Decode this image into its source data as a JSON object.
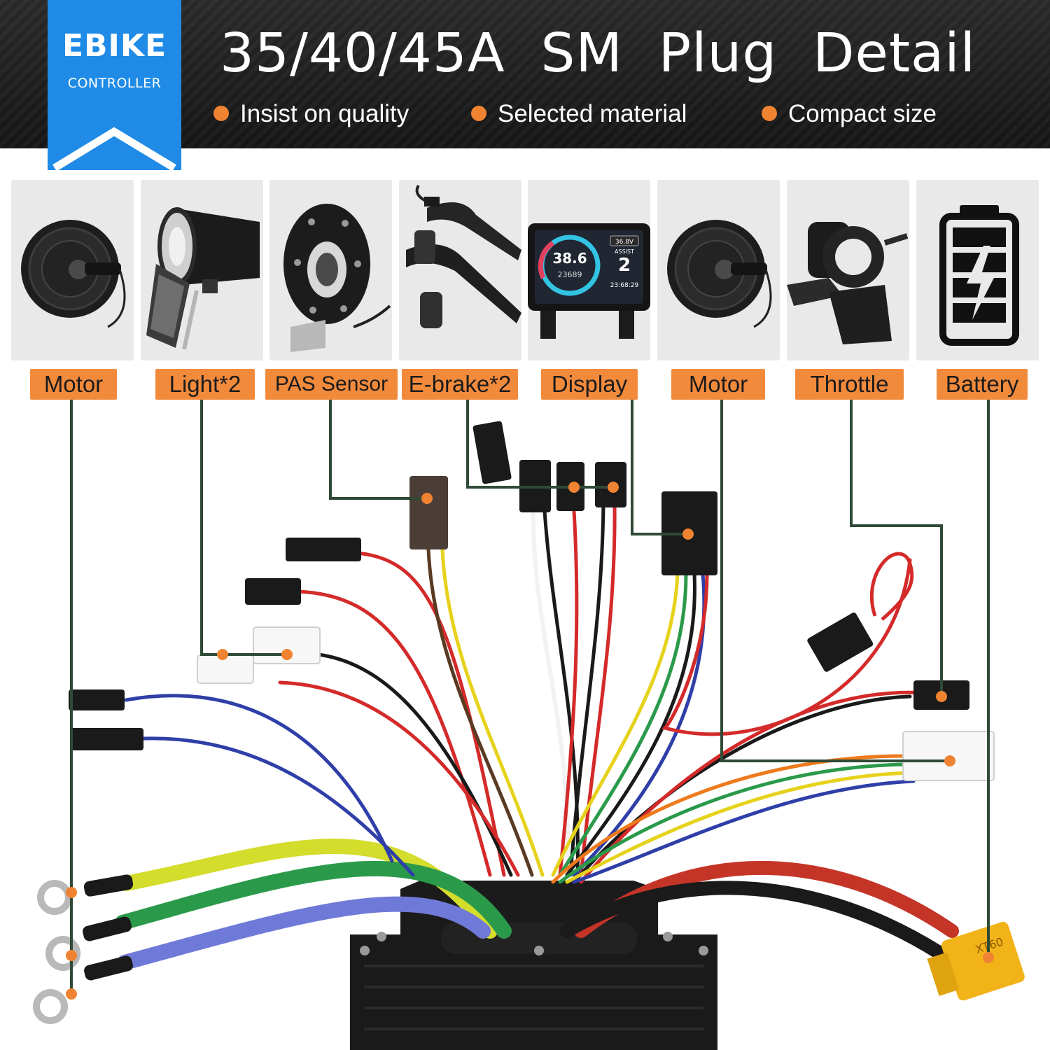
{
  "logo": {
    "brand": "EBIKE",
    "sub": "CONTROLLER"
  },
  "header": {
    "title": "35/40/45A  SM  Plug  Detail",
    "features": [
      "Insist on quality",
      "Selected material",
      "Compact size"
    ]
  },
  "components": [
    {
      "label": "Motor",
      "icon": "hub-motor-icon"
    },
    {
      "label": "Light*2",
      "icon": "headlight-icon"
    },
    {
      "label": "PAS Sensor",
      "icon": "pas-sensor-icon"
    },
    {
      "label": "E-brake*2",
      "icon": "brake-lever-icon"
    },
    {
      "label": "Display",
      "icon": "display-screen-icon"
    },
    {
      "label": "Motor",
      "icon": "hub-motor-icon"
    },
    {
      "label": "Throttle",
      "icon": "thumb-throttle-icon"
    },
    {
      "label": "Battery",
      "icon": "battery-icon"
    }
  ],
  "display_screen": {
    "speed": "38.6",
    "odo": "23689",
    "voltage": "36.8V",
    "assist_label": "ASSIST",
    "assist": "2",
    "clock": "23:68:29"
  },
  "connector_text": "XT60",
  "colors": {
    "header": "#1c1c1c",
    "logo": "#1f8be6",
    "accent": "#f28a3c",
    "leader": "#2f4a36",
    "tile": "#e9e9e9"
  }
}
